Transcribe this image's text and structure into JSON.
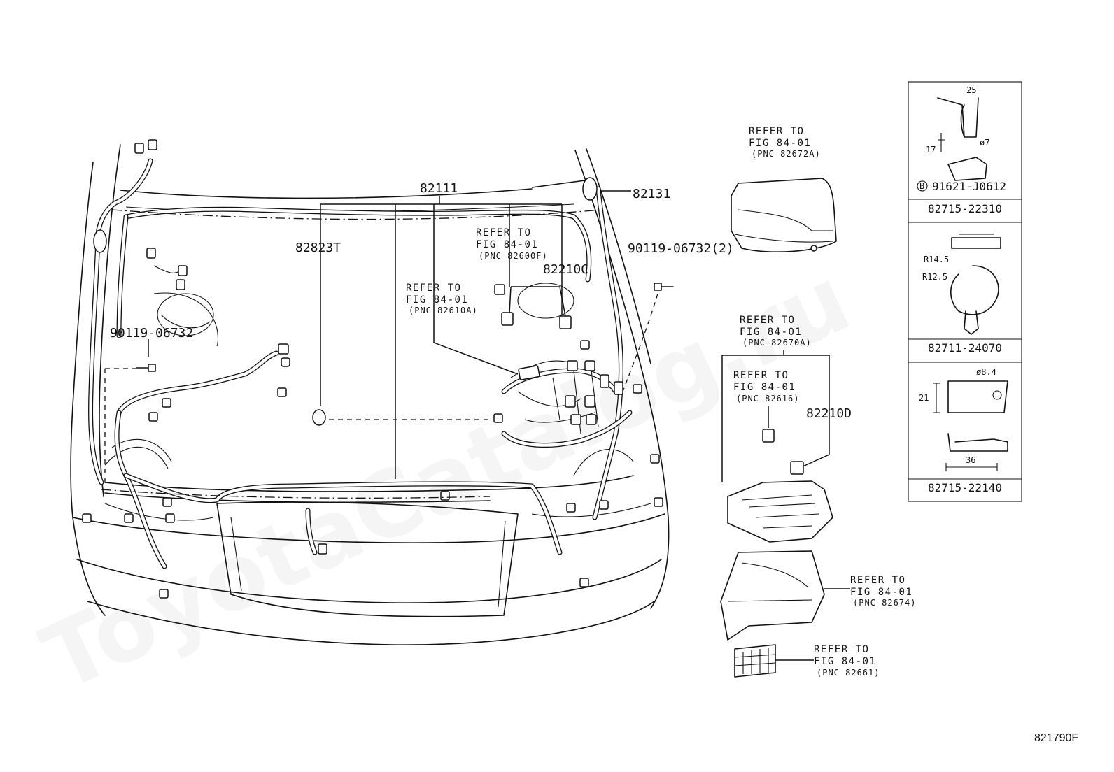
{
  "watermark": "ToyotaCatalog.ru",
  "figure_id": "821790F",
  "labels": {
    "harness_main": "82111",
    "harness_82131": "82131",
    "part_82823T": "82823T",
    "bolt_right": "90119-06732(2)",
    "bolt_left": "90119-06732",
    "relay_C": "82210C",
    "relay_D": "82210D"
  },
  "refs": {
    "r82600F": {
      "l1": "REFER TO",
      "l2": "FIG 84-01",
      "l3": "(PNC 82600F)"
    },
    "r82610A": {
      "l1": "REFER TO",
      "l2": "FIG 84-01",
      "l3": "(PNC 82610A)"
    },
    "r82672A": {
      "l1": "REFER TO",
      "l2": "FIG 84-01",
      "l3": "(PNC 82672A)"
    },
    "r82670A": {
      "l1": "REFER TO",
      "l2": "FIG 84-01",
      "l3": "(PNC 82670A)"
    },
    "r82616": {
      "l1": "REFER TO",
      "l2": "FIG 84-01",
      "l3": "(PNC 82616)"
    },
    "r82674": {
      "l1": "REFER TO",
      "l2": "FIG 84-01",
      "l3": "(PNC 82674)"
    },
    "r82661": {
      "l1": "REFER TO",
      "l2": "FIG 84-01",
      "l3": "(PNC 82661)"
    }
  },
  "clip_table": {
    "bolt_marker": "B",
    "bolt_part": "91621-J0612",
    "rows": [
      {
        "part": "82715-22310",
        "dims": {
          "a": "25",
          "b": "17",
          "c": "ø7"
        }
      },
      {
        "part": "82711-24070",
        "dims": {
          "a": "R14.5",
          "b": "R12.5"
        }
      },
      {
        "part": "82715-22140",
        "dims": {
          "a": "ø8.4",
          "b": "21",
          "c": "36"
        }
      }
    ]
  }
}
